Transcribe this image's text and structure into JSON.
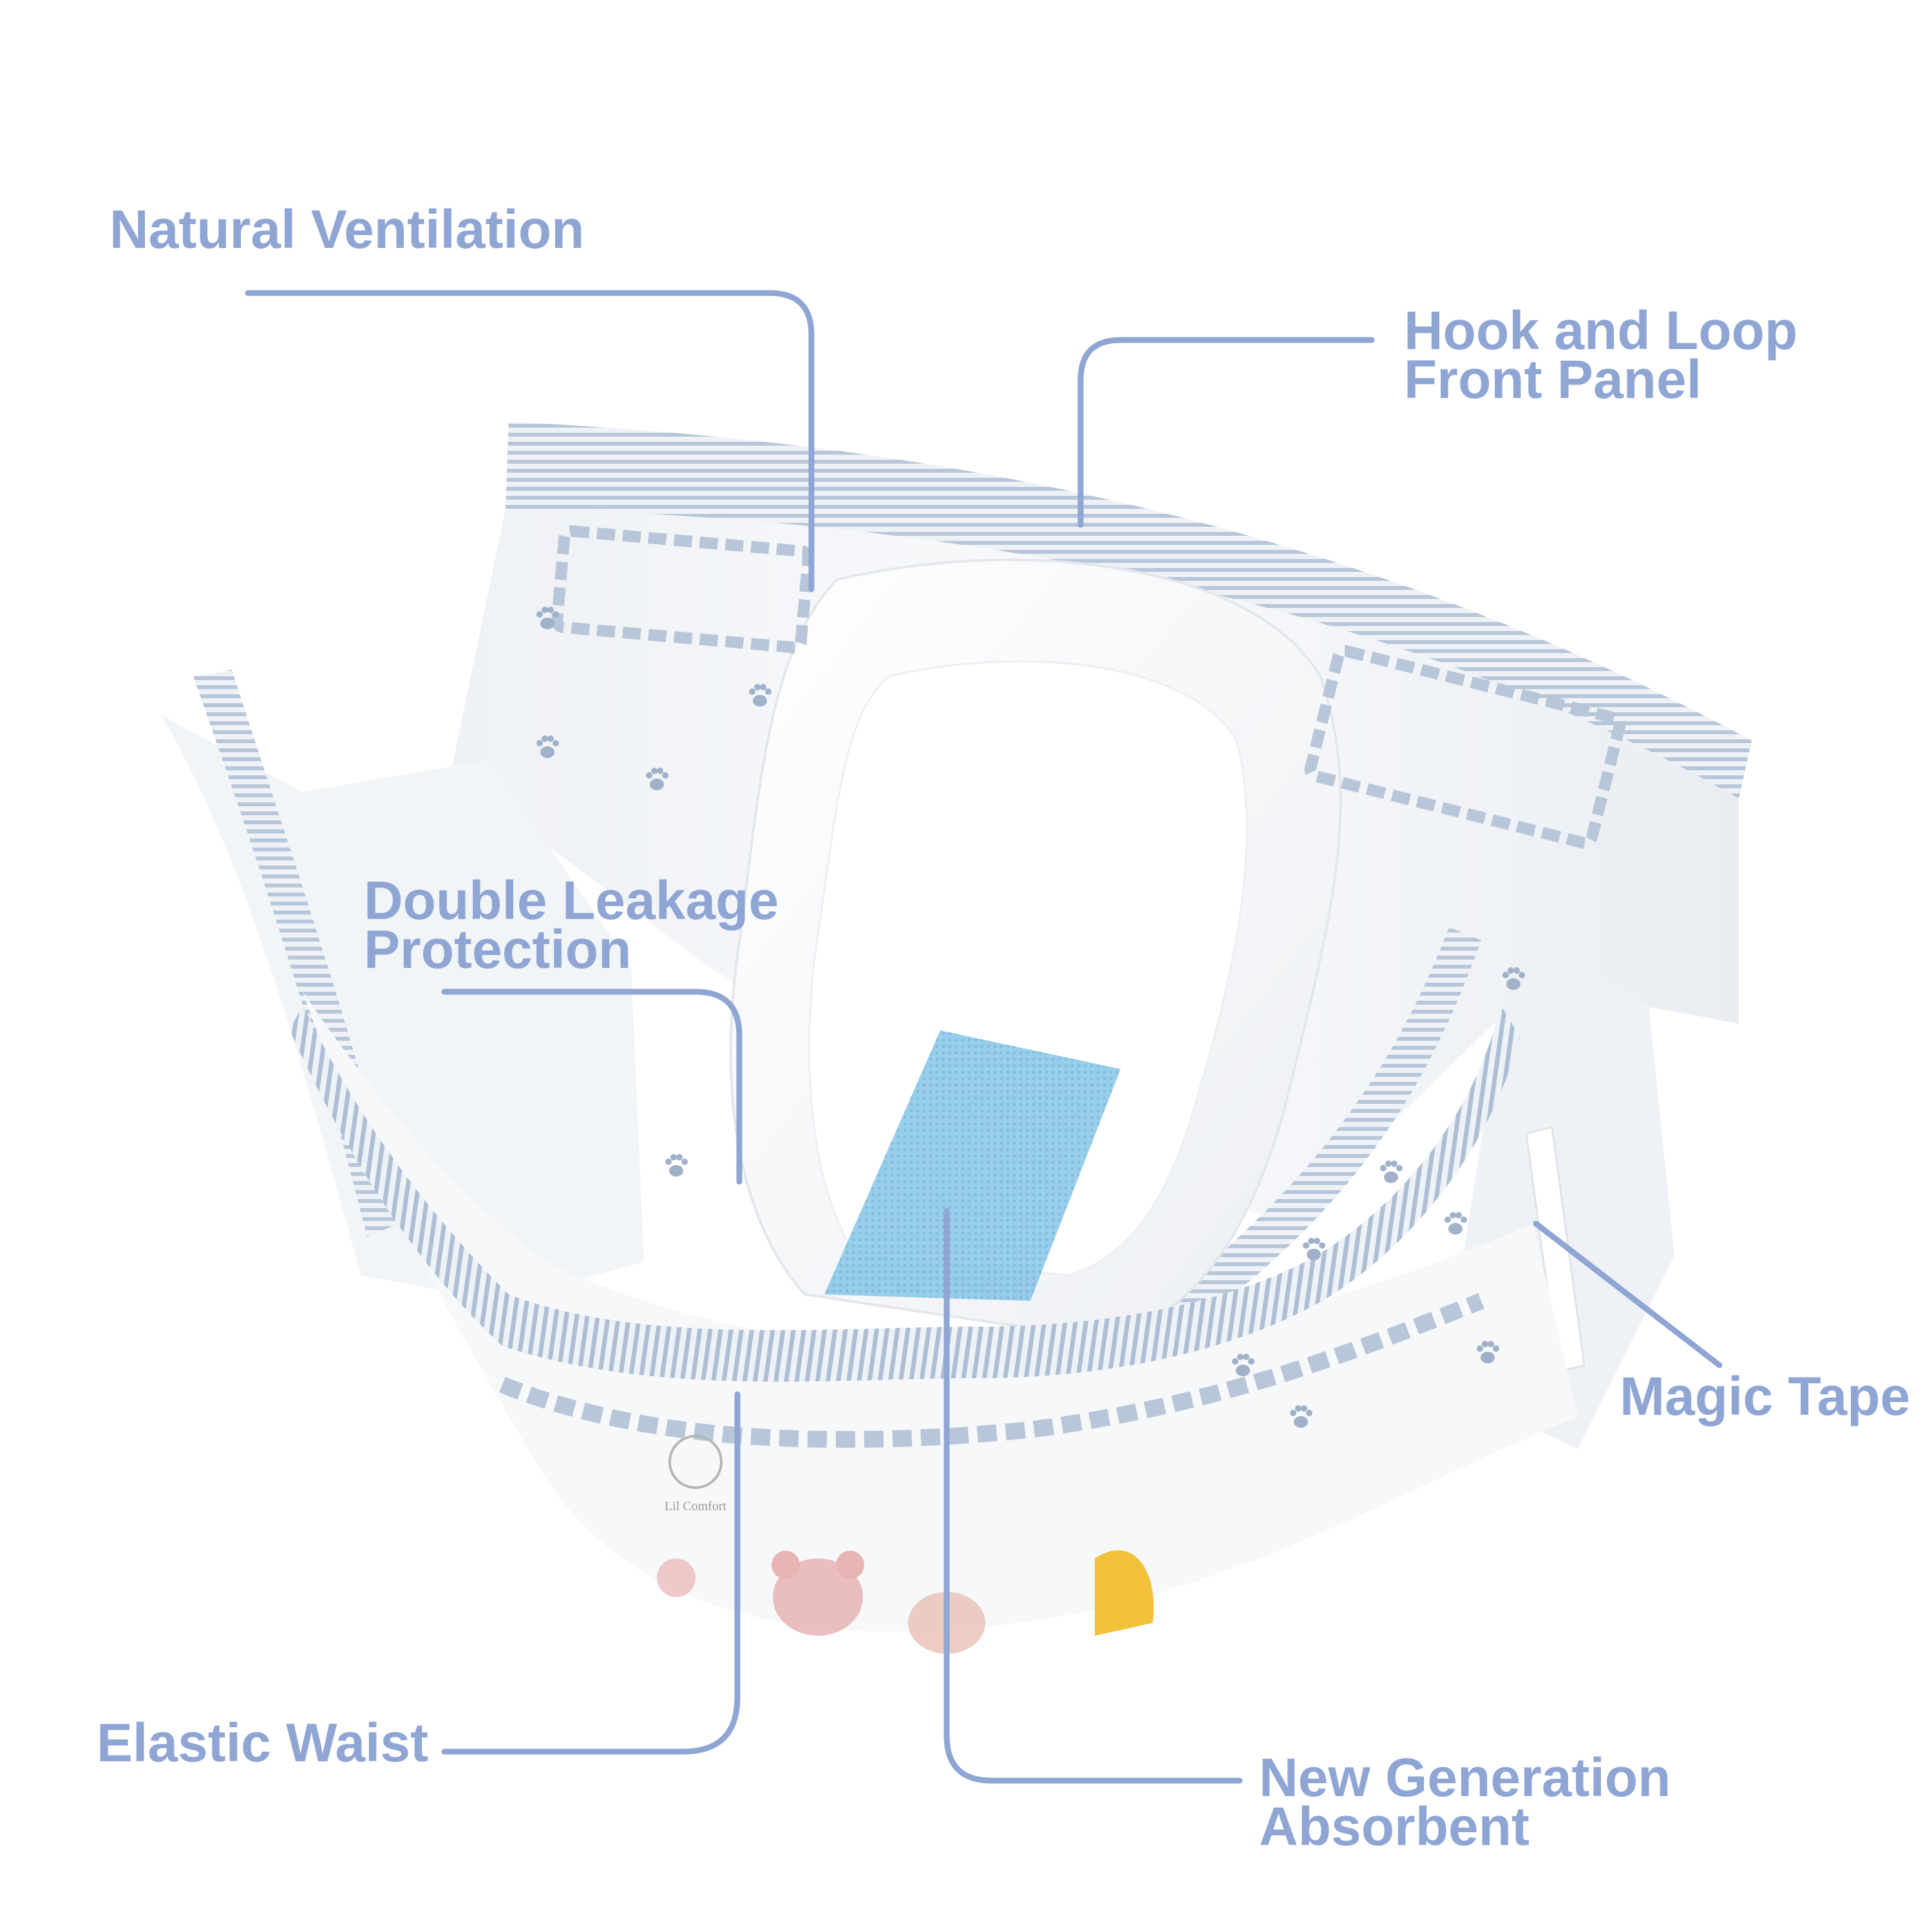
{
  "colors": {
    "label": "#8fa5d4",
    "leader_line": "#8fa5d4",
    "diaper_white": "#f8f9fb",
    "stripe_blue": "#b7c6d8",
    "pattern_blue": "#9fb2c9",
    "absorbent_core": "#8cc8e6",
    "print_yellow": "#f2c23a",
    "print_pink": "#e8b4b4"
  },
  "product_print": {
    "brand_text": "Lil Comfort"
  },
  "labels": {
    "natural_ventilation": "Natural Ventilation",
    "hook_loop": [
      "Hook and Loop",
      "Front Panel"
    ],
    "double_leakage": [
      "Double Leakage",
      "Protection"
    ],
    "magic_tape": "Magic Tape",
    "elastic_waist": "Elastic Waist",
    "new_generation": [
      "New Generation",
      "Absorbent"
    ]
  }
}
